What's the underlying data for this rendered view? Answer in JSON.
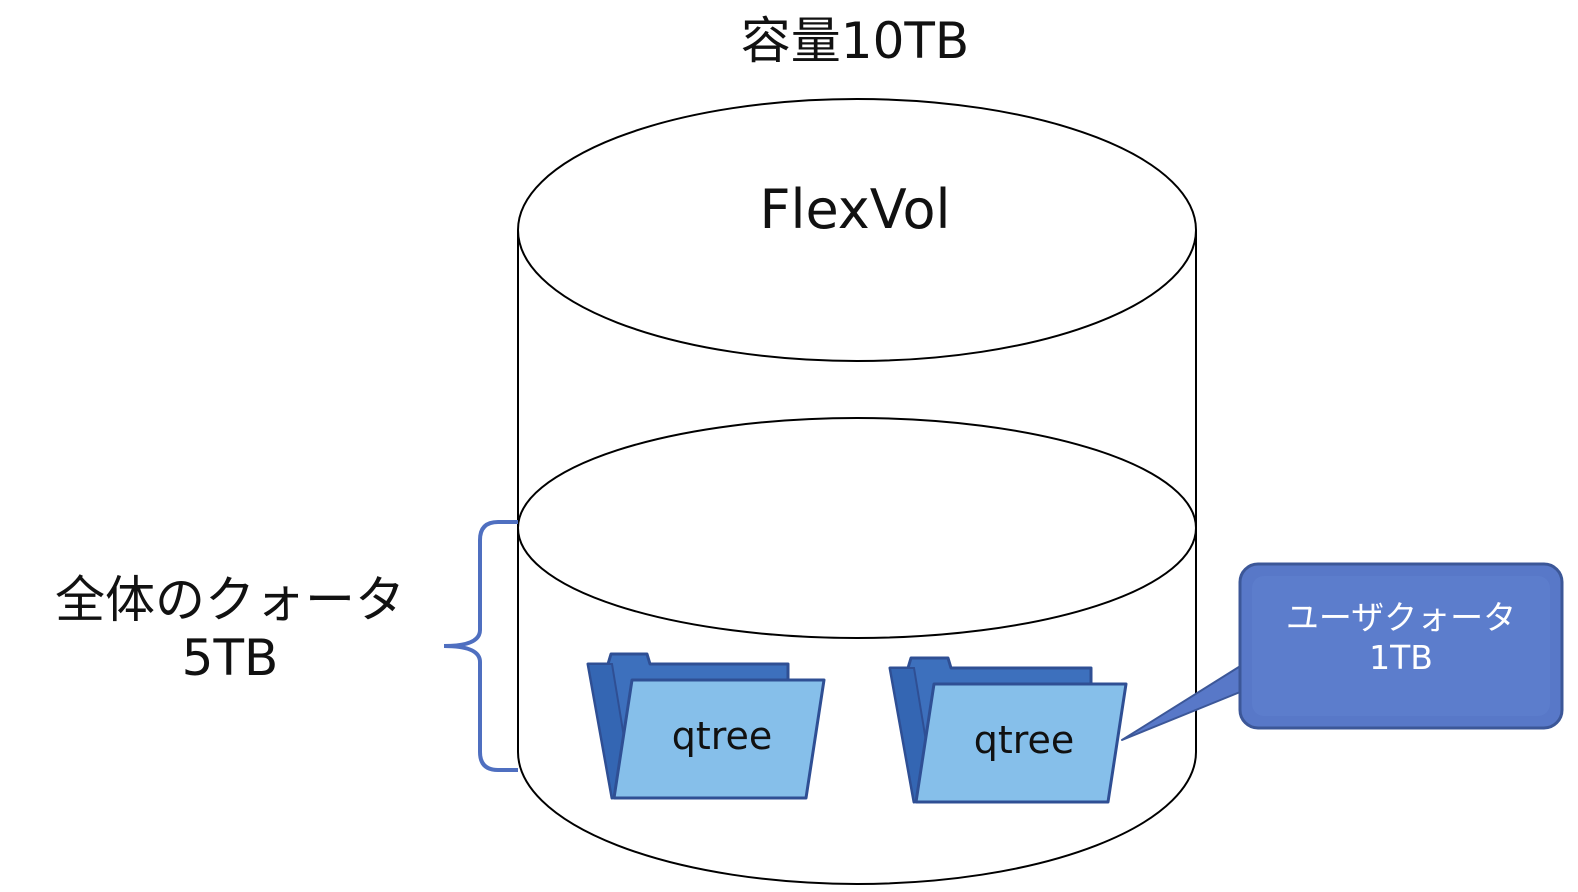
{
  "capacity_label": "容量10TB",
  "volume_label": "FlexVol",
  "overall_quota": {
    "line1": "全体のクォータ",
    "line2": "5TB"
  },
  "qtrees": [
    {
      "label": "qtree"
    },
    {
      "label": "qtree"
    }
  ],
  "user_quota_callout": {
    "line1": "ユーザクォータ",
    "line2": "1TB"
  },
  "colors": {
    "outline": "#000000",
    "brace": "#4f6fc0",
    "folder_back": "#3d70bd",
    "folder_front": "#86bfea",
    "folder_stroke": "#2f4f94",
    "callout_fill": "#5878c8",
    "callout_stroke": "#3c5798"
  }
}
